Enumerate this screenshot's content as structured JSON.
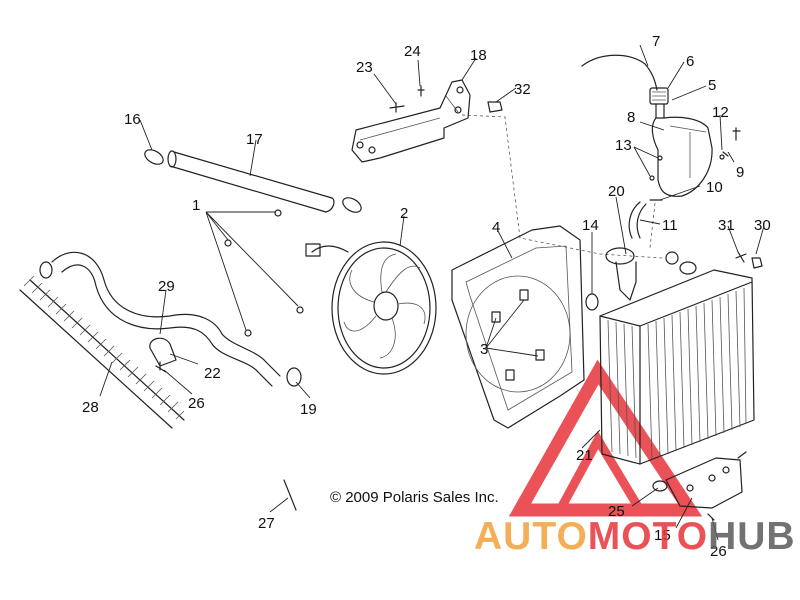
{
  "copyright": "© 2009 Polaris Sales Inc.",
  "watermark": {
    "part1": "AUTO",
    "part2": "MOTO",
    "part3": "HUB",
    "color_orange": "#f2a23a",
    "color_red": "#e8343a",
    "color_gray": "#5a5a5a"
  },
  "callouts": {
    "c1": "1",
    "c2": "2",
    "c3": "3",
    "c4": "4",
    "c5": "5",
    "c6": "6",
    "c7": "7",
    "c8": "8",
    "c9": "9",
    "c10": "10",
    "c11": "11",
    "c12": "12",
    "c13": "13",
    "c14": "14",
    "c15": "15",
    "c16": "16",
    "c17": "17",
    "c18": "18",
    "c19": "19",
    "c20": "20",
    "c21": "21",
    "c22": "22",
    "c23": "23",
    "c24": "24",
    "c25": "25",
    "c26a": "26",
    "c26b": "26",
    "c27": "27",
    "c28": "28",
    "c29": "29",
    "c30": "30",
    "c31": "31",
    "c32": "32"
  },
  "parts": {
    "fan": "fan-assembly",
    "shroud": "fan-shroud",
    "radiator": "radiator",
    "reservoir": "coolant-reservoir",
    "bracket": "mounting-bracket",
    "tube": "straight-coolant-tube",
    "hose": "formed-coolant-hose",
    "sleeve": "corrugated-sleeve"
  }
}
